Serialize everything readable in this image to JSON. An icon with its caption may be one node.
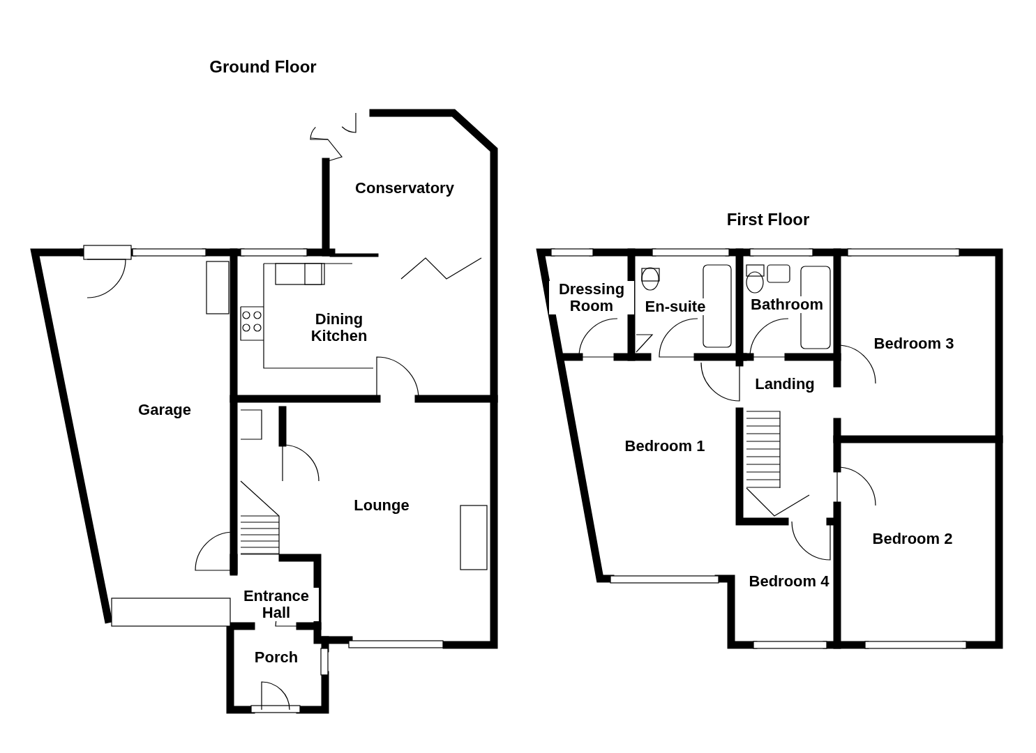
{
  "diagram": {
    "nodes": [
      {
        "text": [
          "Conservatory"
        ]
      },
      {
        "text": [
          "Dining Kitchen"
        ]
      },
      {
        "text": [
          "Garage"
        ]
      },
      {
        "text": [
          "Lounge"
        ]
      },
      {
        "text": [
          "Entrance Hall"
        ]
      },
      {
        "text": [
          "Porch"
        ]
      },
      {
        "text": [
          "Dressing Room"
        ]
      },
      {
        "text": [
          "En-suite"
        ]
      },
      {
        "text": [
          "Bathroom"
        ]
      },
      {
        "text": [
          "Bedroom 3"
        ]
      },
      {
        "text": [
          "Landing"
        ]
      },
      {
        "text": [
          "Bedroom 1"
        ]
      },
      {
        "text": [
          "Bedroom 2"
        ]
      },
      {
        "text": [
          "Bedroom 4"
        ]
      }
    ],
    "labels": [
      "Ground Floor",
      "First Floor"
    ]
  }
}
